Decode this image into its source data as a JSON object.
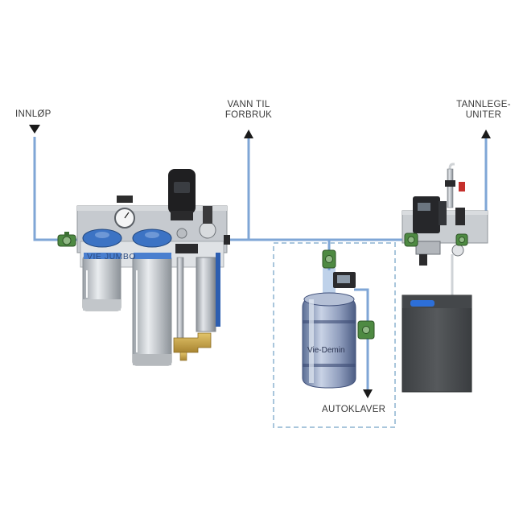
{
  "labels": {
    "inlet": "INNLØP",
    "consumption_line1": "VANN TIL",
    "consumption_line2": "FORBRUK",
    "dental_line1": "TANNLEGE-",
    "dental_line2": "UNITER",
    "autoclave": "AUTOKLAVER",
    "filter_brand": "VIE JUMBO",
    "demin_brand": "Vie-Demin"
  },
  "colors": {
    "pipe": "#7fa6d6",
    "arrow": "#1a1a1a",
    "dashed_box": "#a9c6dc",
    "filter_cap": "#3c73c4",
    "steel": "#b8bcc2",
    "valve_green": "#4e8a42"
  },
  "icons": [
    "valve-icon",
    "pressure-gauge-icon",
    "arrow-up-icon",
    "arrow-down-icon"
  ]
}
